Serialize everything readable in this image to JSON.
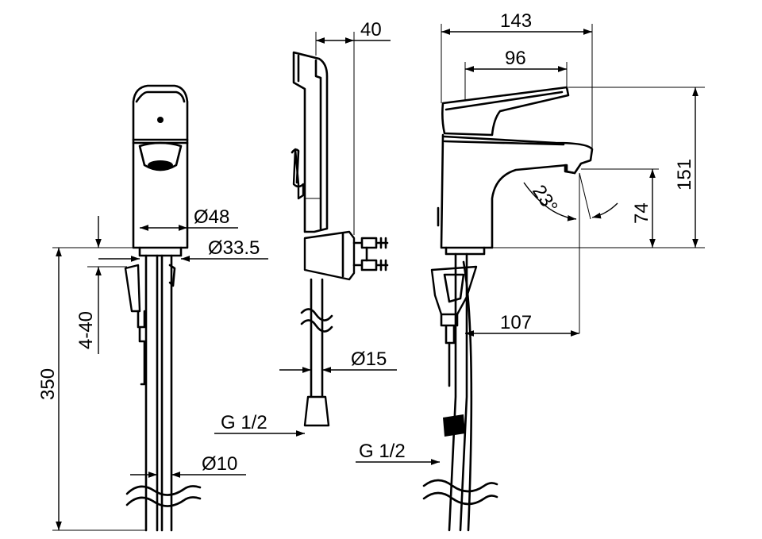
{
  "dimensions": {
    "d48": "Ø48",
    "d33_5": "Ø33.5",
    "range_4_40": "4-40",
    "len_350": "350",
    "d10": "Ø10",
    "depth_40": "40",
    "d15": "Ø15",
    "thread_g12_side": "G 1/2",
    "width_143": "143",
    "reach_96": "96",
    "angle_23": "23°",
    "height_151": "151",
    "height_74": "74",
    "reach_107": "107",
    "thread_g12_right": "G 1/2"
  }
}
